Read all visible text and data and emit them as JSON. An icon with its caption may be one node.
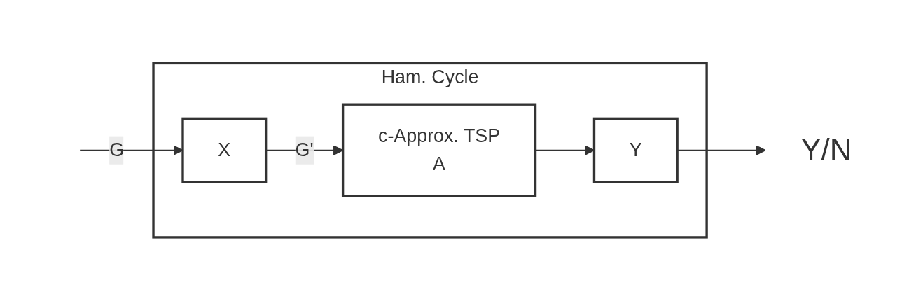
{
  "diagram": {
    "nodes": [
      {
        "text": [
          "Ham. Cycle"
        ]
      },
      {
        "text": [
          "X"
        ],
        "in": 0
      },
      {
        "text": [
          "c-Approx. TSP",
          "A"
        ],
        "in": 0
      },
      {
        "text": [
          "Y"
        ],
        "in": 0
      },
      {
        "text": [
          "Y/N"
        ]
      }
    ],
    "edges": [
      {
        "from": null,
        "to": 1,
        "arrow": "to",
        "label": "G"
      },
      {
        "from": 1,
        "to": 2,
        "arrow": "to",
        "label": "G'"
      },
      {
        "from": 2,
        "to": 3,
        "arrow": "to"
      },
      {
        "from": 3,
        "to": 4,
        "arrow": "to"
      }
    ]
  }
}
